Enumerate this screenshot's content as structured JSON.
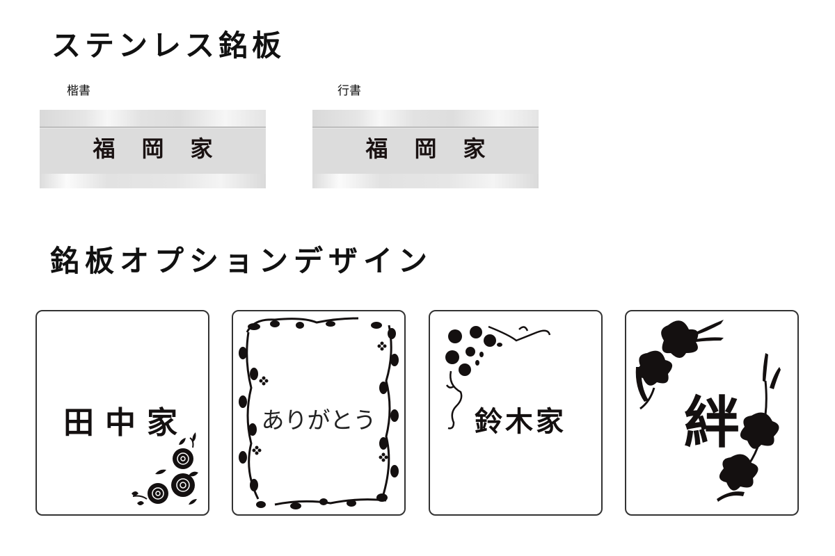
{
  "stainless_section": {
    "title": "ステンレス銘板",
    "plates": [
      {
        "style_label": "楷書",
        "name": "福岡家"
      },
      {
        "style_label": "行書",
        "name": "福岡家"
      }
    ]
  },
  "options_section": {
    "title": "銘板オプションデザイン",
    "cards": [
      {
        "text": "田中家",
        "decoration": "rose-corner-icon"
      },
      {
        "text": "ありがとう",
        "decoration": "vine-frame-icon"
      },
      {
        "text": "鈴木家",
        "decoration": "sakura-corner-icon"
      },
      {
        "text": "絆",
        "decoration": "lily-corners-icon"
      }
    ]
  },
  "colors": {
    "ink": "#111111",
    "plate_band": "#dcdcdc",
    "plate_line": "#bdbdbd",
    "card_border": "#333333"
  }
}
